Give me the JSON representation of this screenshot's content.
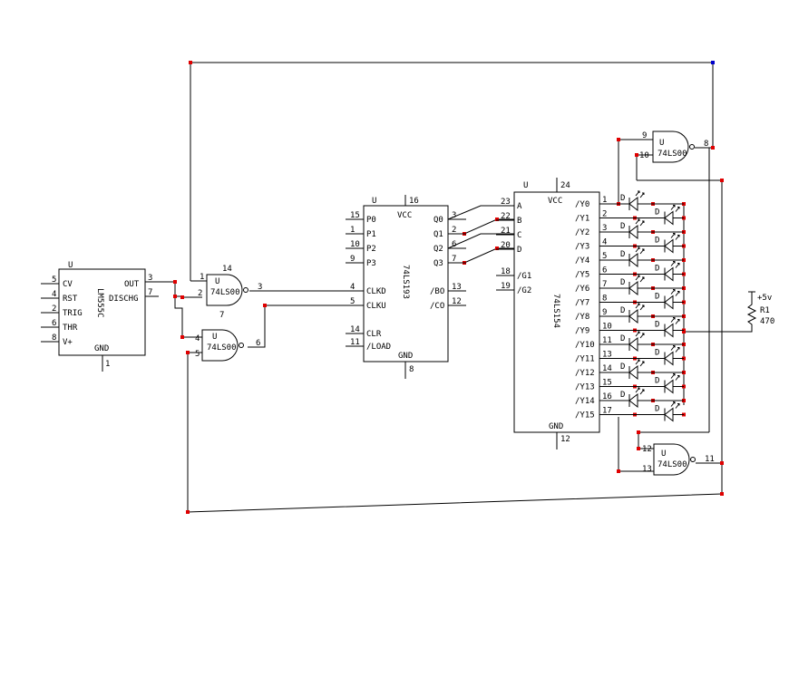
{
  "colors": {
    "wire": "#000000",
    "junction": "#e00000",
    "corner_marker": "#0000cc",
    "background": "#ffffff"
  },
  "timer": {
    "ref": "U",
    "part": "LM555C",
    "left_pins": [
      {
        "num": "5",
        "name": "CV"
      },
      {
        "num": "4",
        "name": "RST"
      },
      {
        "num": "2",
        "name": "TRIG"
      },
      {
        "num": "6",
        "name": "THR"
      },
      {
        "num": "8",
        "name": "V+"
      }
    ],
    "out": {
      "num": "3",
      "name": "OUT"
    },
    "disch": {
      "num": "7",
      "name": "DISCHG"
    },
    "gnd": {
      "num": "1",
      "name": "GND"
    }
  },
  "gates": {
    "g1": {
      "ref": "U",
      "part": "74LS00",
      "in_a": "1",
      "in_b": "2",
      "out": "3",
      "vcc": "14",
      "gnd": "7"
    },
    "g2": {
      "ref": "U",
      "part": "74LS00",
      "in_a": "4",
      "in_b": "5",
      "out": "6"
    },
    "g3": {
      "ref": "U",
      "part": "74LS00",
      "in_a": "9",
      "in_b": "10",
      "out": "8"
    },
    "g4": {
      "ref": "U",
      "part": "74LS00",
      "in_a": "12",
      "in_b": "13",
      "out": "11"
    }
  },
  "counter": {
    "ref": "U",
    "part": "74LS193",
    "vcc": {
      "num": "16",
      "name": "VCC"
    },
    "gnd": {
      "num": "8",
      "name": "GND"
    },
    "p_pins": [
      {
        "num": "15",
        "name": "P0"
      },
      {
        "num": "1",
        "name": "P1"
      },
      {
        "num": "10",
        "name": "P2"
      },
      {
        "num": "9",
        "name": "P3"
      }
    ],
    "clk_pins": [
      {
        "num": "4",
        "name": "CLKD"
      },
      {
        "num": "5",
        "name": "CLKU"
      }
    ],
    "ctl_pins": [
      {
        "num": "14",
        "name": "CLR"
      },
      {
        "num": "11",
        "name": "/LOAD"
      }
    ],
    "q_pins": [
      {
        "num": "3",
        "name": "Q0"
      },
      {
        "num": "2",
        "name": "Q1"
      },
      {
        "num": "6",
        "name": "Q2"
      },
      {
        "num": "7",
        "name": "Q3"
      }
    ],
    "bc_pins": [
      {
        "num": "13",
        "name": "/BO"
      },
      {
        "num": "12",
        "name": "/CO"
      }
    ]
  },
  "decoder": {
    "ref": "U",
    "part": "74LS154",
    "vcc": {
      "num": "24",
      "name": "VCC"
    },
    "gnd": {
      "num": "12",
      "name": "GND"
    },
    "in_pins": [
      {
        "num": "23",
        "name": "A"
      },
      {
        "num": "22",
        "name": "B"
      },
      {
        "num": "21",
        "name": "C"
      },
      {
        "num": "20",
        "name": "D"
      }
    ],
    "g_pins": [
      {
        "num": "18",
        "name": "/G1"
      },
      {
        "num": "19",
        "name": "/G2"
      }
    ],
    "y_pins": [
      {
        "num": "1",
        "name": "/Y0"
      },
      {
        "num": "2",
        "name": "/Y1"
      },
      {
        "num": "3",
        "name": "/Y2"
      },
      {
        "num": "4",
        "name": "/Y3"
      },
      {
        "num": "5",
        "name": "/Y4"
      },
      {
        "num": "6",
        "name": "/Y5"
      },
      {
        "num": "7",
        "name": "/Y6"
      },
      {
        "num": "8",
        "name": "/Y7"
      },
      {
        "num": "9",
        "name": "/Y8"
      },
      {
        "num": "10",
        "name": "/Y9"
      },
      {
        "num": "11",
        "name": "/Y10"
      },
      {
        "num": "13",
        "name": "/Y11"
      },
      {
        "num": "14",
        "name": "/Y12"
      },
      {
        "num": "15",
        "name": "/Y13"
      },
      {
        "num": "16",
        "name": "/Y14"
      },
      {
        "num": "17",
        "name": "/Y15"
      }
    ]
  },
  "led_ref": "D",
  "resistor": {
    "supply": "+5v",
    "ref": "R1",
    "value": "470"
  }
}
